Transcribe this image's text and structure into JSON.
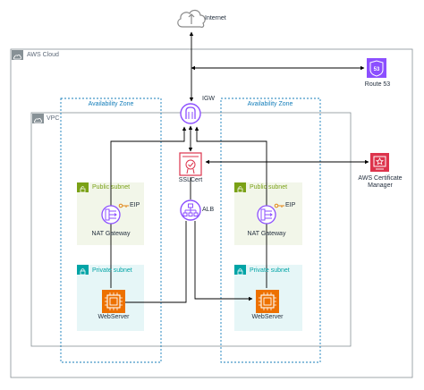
{
  "diagram": {
    "internet_label": "Internet",
    "cloud_label": "AWS Cloud",
    "vpc_label": "VPC",
    "az_left_label": "Availability Zone",
    "az_right_label": "Availability Zone",
    "public_subnet_left": "Public subnet",
    "public_subnet_right": "Public subnet",
    "private_subnet_left": "Private subnet",
    "private_subnet_right": "Private subnet",
    "igw_label": "IGW",
    "sslcert_label": "SSLCert",
    "alb_label": "ALB",
    "eip_left": "EIP",
    "eip_right": "EIP",
    "nat_left": "NAT Gateway",
    "nat_right": "NAT Gateway",
    "web_left": "WebServer",
    "web_right": "WebServer",
    "route53_label": "Route 53",
    "acm_label": "AWS Certificate Manager",
    "route53_glyph": "53"
  },
  "colors": {
    "cloud_border": "#879196",
    "az_border": "#147eba",
    "vpc_border": "#879196",
    "public_fill": "#f2f6e9",
    "public_accent": "#7aa116",
    "private_fill": "#e6f6f7",
    "private_accent": "#00a4a6",
    "network_purple": "#8c4fff",
    "route53_purple": "#8c4fff",
    "compute_orange": "#ed7100",
    "security_red": "#dd344c"
  }
}
